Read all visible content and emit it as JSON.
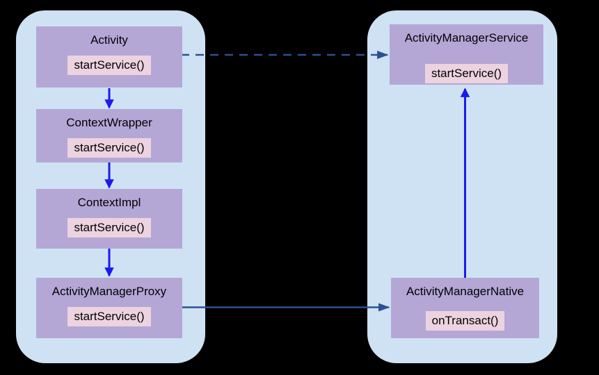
{
  "canvas": {
    "background": "#000000",
    "description": "Android startService binder flow diagram"
  },
  "colors": {
    "panel_fill": "#cfe2f3",
    "node_fill": "#b4a7d6",
    "method_fill": "#ecd3df",
    "flow_arrow": "#1a1af0",
    "binder_arrow": "#2b5191",
    "text": "#000000"
  },
  "diagram": {
    "left_panel_nodes": [
      {
        "title": "Activity",
        "method": "startService()"
      },
      {
        "title": "ContextWrapper",
        "method": "startService()"
      },
      {
        "title": "ContextImpl",
        "method": "startService()"
      },
      {
        "title": "ActivityManagerProxy",
        "method": "startService()"
      }
    ],
    "right_panel_nodes": [
      {
        "title": "ActivityManagerService",
        "method": "startService()"
      },
      {
        "title": "ActivityManagerNative",
        "method": "onTransact()"
      }
    ],
    "edges": [
      {
        "from": "Activity",
        "to": "ContextWrapper",
        "style": "solid",
        "color_key": "flow_arrow"
      },
      {
        "from": "ContextWrapper",
        "to": "ContextImpl",
        "style": "solid",
        "color_key": "flow_arrow"
      },
      {
        "from": "ContextImpl",
        "to": "ActivityManagerProxy",
        "style": "solid",
        "color_key": "flow_arrow"
      },
      {
        "from": "ActivityManagerProxy",
        "to": "ActivityManagerNative",
        "style": "solid",
        "color_key": "binder_arrow"
      },
      {
        "from": "ActivityManagerNative",
        "to": "ActivityManagerService",
        "style": "solid",
        "color_key": "flow_arrow"
      },
      {
        "from": "Activity",
        "to": "ActivityManagerService",
        "style": "dashed",
        "color_key": "binder_arrow"
      }
    ]
  }
}
